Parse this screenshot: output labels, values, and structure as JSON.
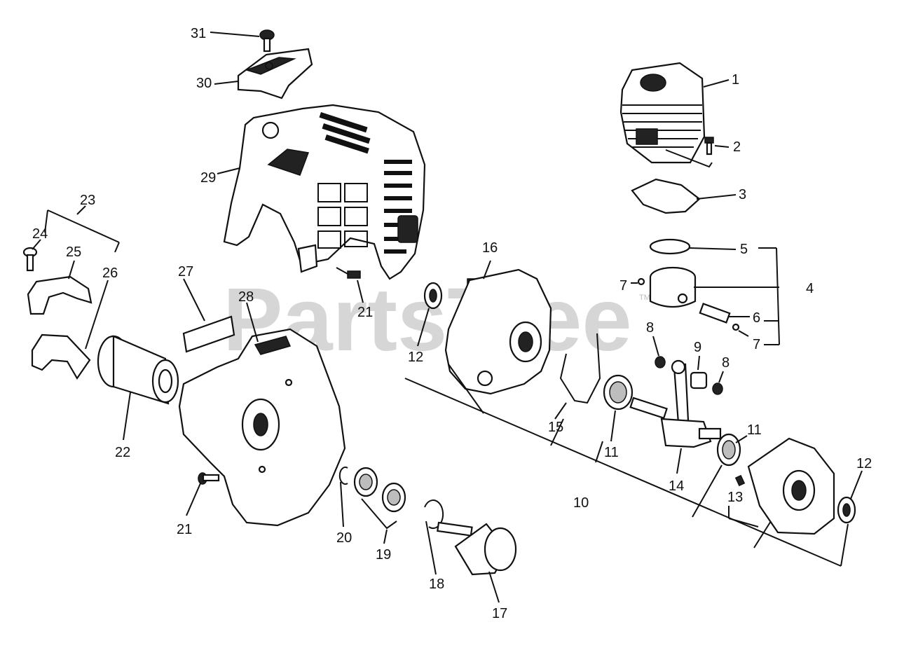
{
  "watermark": {
    "text": "PartsTree",
    "trademark": "TM"
  },
  "callouts": {
    "c1": "1",
    "c2": "2",
    "c3": "3",
    "c4": "4",
    "c5": "5",
    "c6": "6",
    "c7a": "7",
    "c7b": "7",
    "c8a": "8",
    "c8b": "8",
    "c9": "9",
    "c10": "10",
    "c11a": "11",
    "c11b": "11",
    "c12a": "12",
    "c12b": "12",
    "c13": "13",
    "c14": "14",
    "c15": "15",
    "c16": "16",
    "c17": "17",
    "c18": "18",
    "c19": "19",
    "c20": "20",
    "c21a": "21",
    "c21b": "21",
    "c22": "22",
    "c23": "23",
    "c24": "24",
    "c25": "25",
    "c26": "26",
    "c27": "27",
    "c28": "28",
    "c29": "29",
    "c30": "30",
    "c31": "31"
  }
}
